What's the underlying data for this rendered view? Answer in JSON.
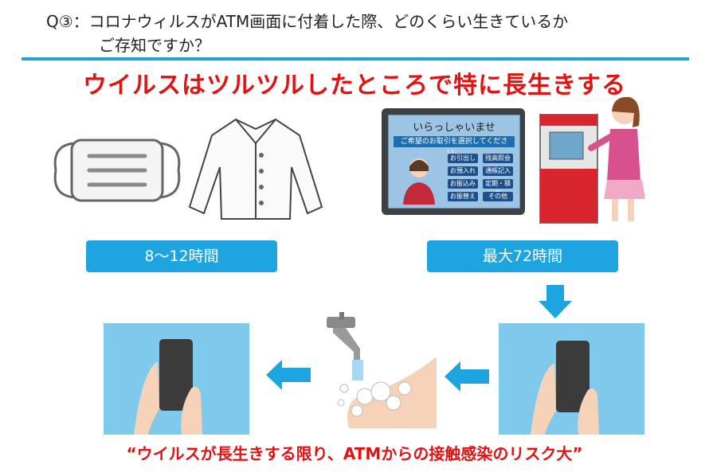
{
  "question": {
    "line1": "Q③：コロナウィルスがATM画面に付着した際、どのくらい生きているか",
    "line2": "ご存知ですか？"
  },
  "headline": "ウイルスはツルツルしたところで特に長生きする",
  "labels": {
    "fabric_duration": "8〜12時間",
    "atm_duration": "最大72時間"
  },
  "atm": {
    "title": "いらっしゃいませ",
    "prompt": "ご希望のお取引を選択してください。",
    "buttons": [
      "お引出し",
      "残高照会",
      "お預入れ",
      "通帳記入",
      "お振込み",
      "定期・積立",
      "お振替え",
      "その他"
    ]
  },
  "caption": "“ウイルスが長生きする限り、ATMからの接触感染のリスク大”",
  "colors": {
    "accent_blue": "#1ea5e0",
    "rule_blue": "#1ea5d8",
    "headline_red": "#e21212"
  }
}
